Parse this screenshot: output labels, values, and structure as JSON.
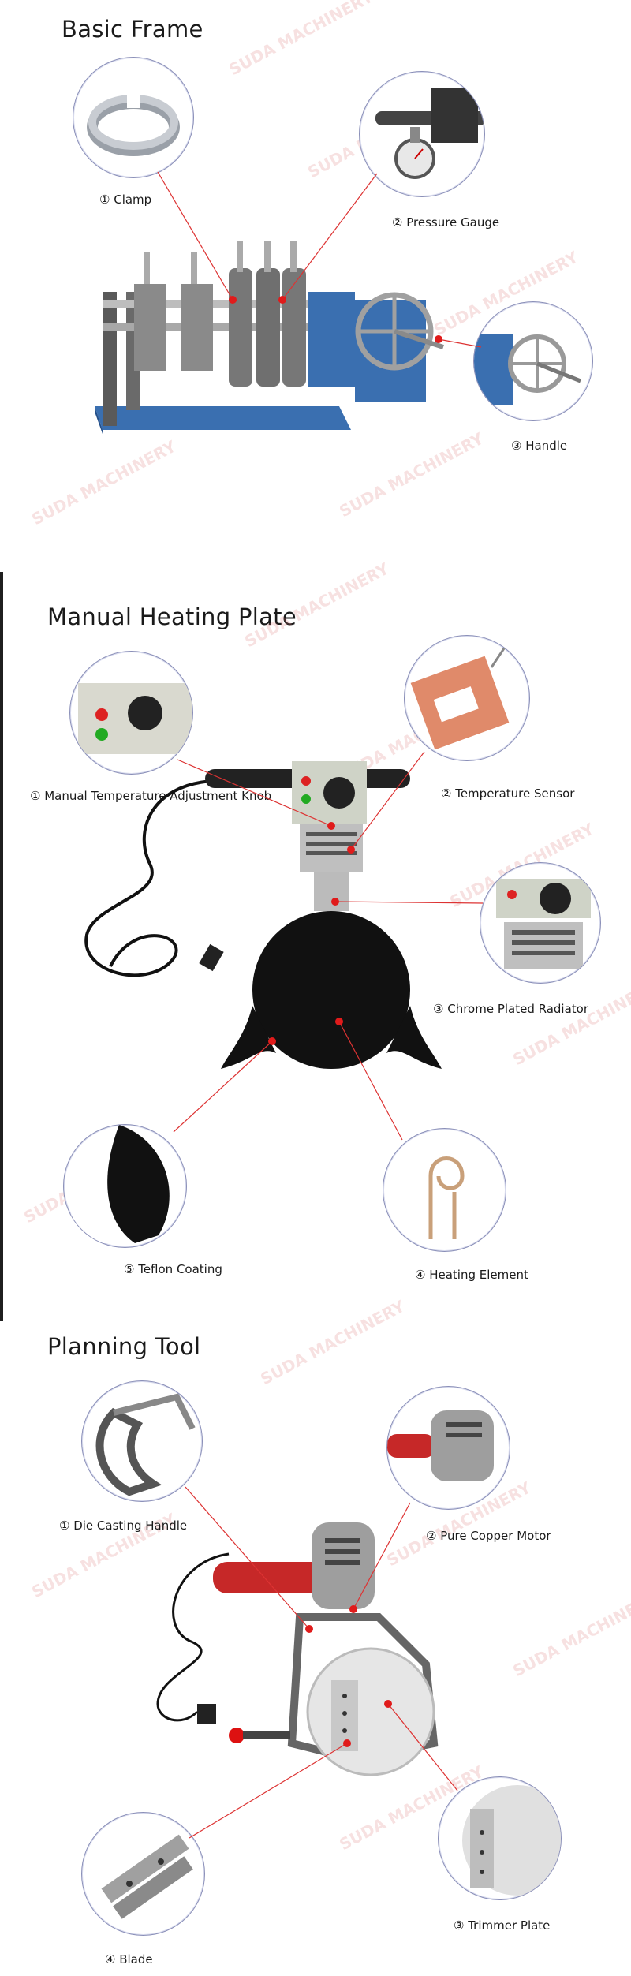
{
  "watermark": "SUDA MACHINERY",
  "sections": {
    "basic_frame": {
      "title": "Basic Frame",
      "labels": {
        "clamp": "① Clamp",
        "pressure_gauge": "② Pressure Gauge",
        "handle": "③ Handle"
      }
    },
    "heating_plate": {
      "title": "Manual Heating Plate",
      "labels": {
        "knob": "① Manual Temperature Adjustment Knob",
        "sensor": "② Temperature Sensor",
        "radiator": "③ Chrome Plated Radiator",
        "element": "④ Heating Element",
        "teflon": "⑤ Teflon Coating"
      }
    },
    "planning_tool": {
      "title": "Planning Tool",
      "labels": {
        "handle": "① Die Casting Handle",
        "motor": "② Pure Copper Motor",
        "trimmer": "③ Trimmer Plate",
        "blade": "④ Blade"
      }
    }
  },
  "colors": {
    "accent_red": "#e01b1b",
    "frame_blue": "#3a6fb0",
    "handle_red": "#c62828",
    "plate_black": "#111111",
    "circle_border": "#8a8fb8"
  }
}
